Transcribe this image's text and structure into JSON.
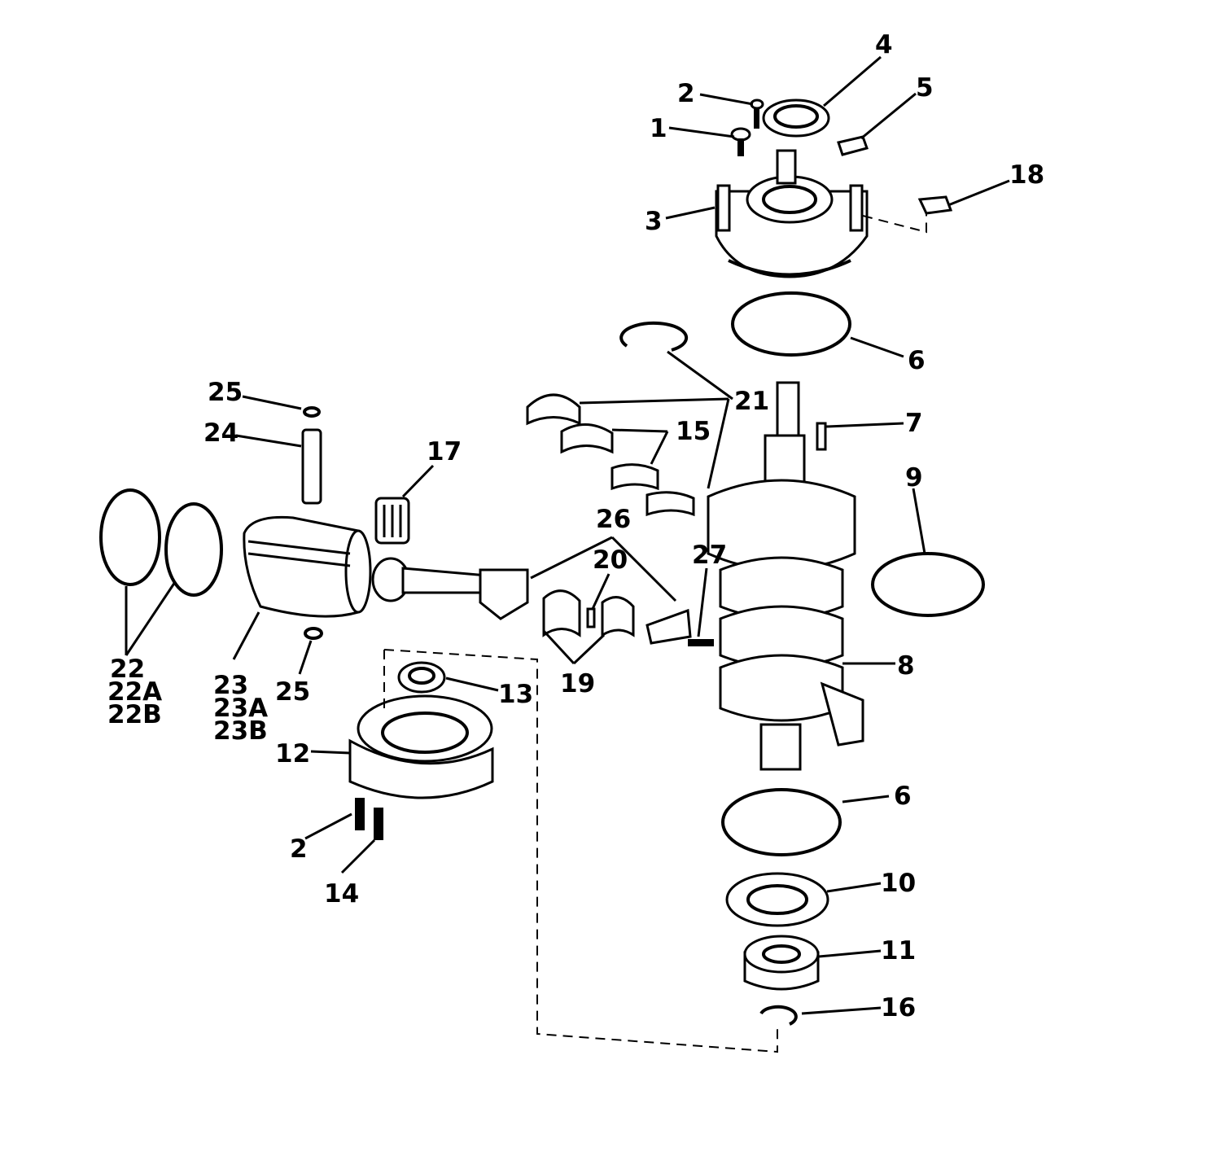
{
  "callouts": [
    {
      "id": "c1",
      "text": "1"
    },
    {
      "id": "c2a",
      "text": "2"
    },
    {
      "id": "c3",
      "text": "3"
    },
    {
      "id": "c4",
      "text": "4"
    },
    {
      "id": "c5",
      "text": "5"
    },
    {
      "id": "c18",
      "text": "18"
    },
    {
      "id": "c6a",
      "text": "6"
    },
    {
      "id": "c21",
      "text": "21"
    },
    {
      "id": "c15",
      "text": "15"
    },
    {
      "id": "c7",
      "text": "7"
    },
    {
      "id": "c9",
      "text": "9"
    },
    {
      "id": "c25a",
      "text": "25"
    },
    {
      "id": "c24",
      "text": "24"
    },
    {
      "id": "c17",
      "text": "17"
    },
    {
      "id": "c26",
      "text": "26"
    },
    {
      "id": "c20",
      "text": "20"
    },
    {
      "id": "c27",
      "text": "27"
    },
    {
      "id": "c22",
      "text": "22"
    },
    {
      "id": "c22A",
      "text": "22A"
    },
    {
      "id": "c22B",
      "text": "22B"
    },
    {
      "id": "c23",
      "text": "23"
    },
    {
      "id": "c23A",
      "text": "23A"
    },
    {
      "id": "c23B",
      "text": "23B"
    },
    {
      "id": "c25b",
      "text": "25"
    },
    {
      "id": "c13",
      "text": "13"
    },
    {
      "id": "c19",
      "text": "19"
    },
    {
      "id": "c8",
      "text": "8"
    },
    {
      "id": "c12",
      "text": "12"
    },
    {
      "id": "c6b",
      "text": "6"
    },
    {
      "id": "c2b",
      "text": "2"
    },
    {
      "id": "c14",
      "text": "14"
    },
    {
      "id": "c10",
      "text": "10"
    },
    {
      "id": "c11",
      "text": "11"
    },
    {
      "id": "c16",
      "text": "16"
    }
  ],
  "colors": {
    "ink": "#000000",
    "paper": "#ffffff"
  }
}
